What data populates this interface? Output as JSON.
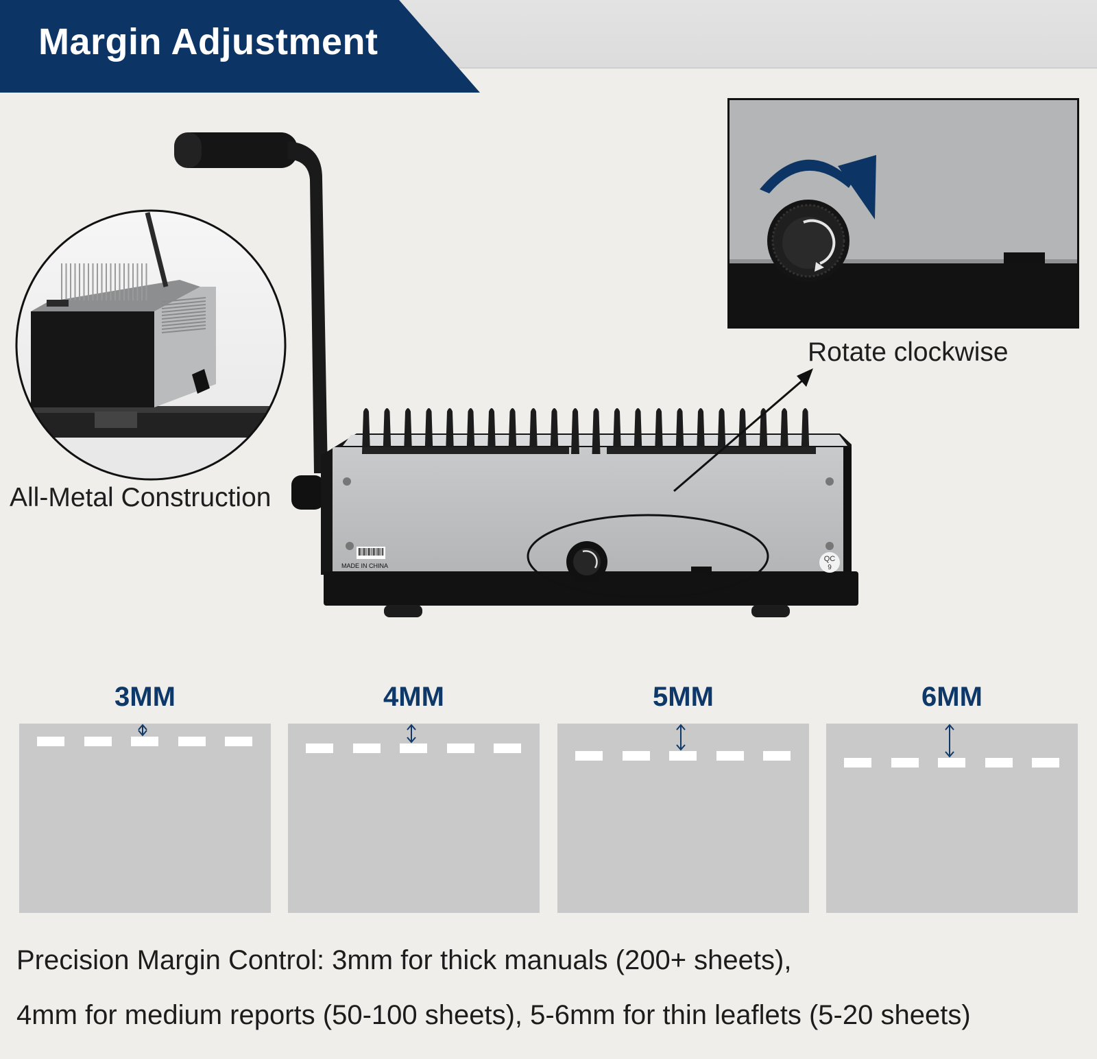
{
  "header": {
    "title": "Margin Adjustment"
  },
  "callouts": {
    "metal": "All-Metal Construction",
    "rotate": "Rotate clockwise"
  },
  "machine": {
    "barcode_text": "MADE IN CHINA",
    "qc_text": "QC",
    "qc_num": "9"
  },
  "margins": [
    {
      "label": "3MM",
      "mm": 3
    },
    {
      "label": "4MM",
      "mm": 4
    },
    {
      "label": "5MM",
      "mm": 5
    },
    {
      "label": "6MM",
      "mm": 6
    }
  ],
  "description": {
    "line1": "Precision Margin Control: 3mm for thick manuals (200+ sheets),",
    "line2": "4mm for medium reports (50-100 sheets), 5-6mm for thin leaflets (5-20 sheets)"
  },
  "colors": {
    "brand": "#0c3566",
    "label": "#0d3868",
    "panel": "#c9c9c9",
    "background": "#efeeea"
  },
  "icons": [
    "clockwise-arrow-icon",
    "gap-arrow-icon"
  ]
}
